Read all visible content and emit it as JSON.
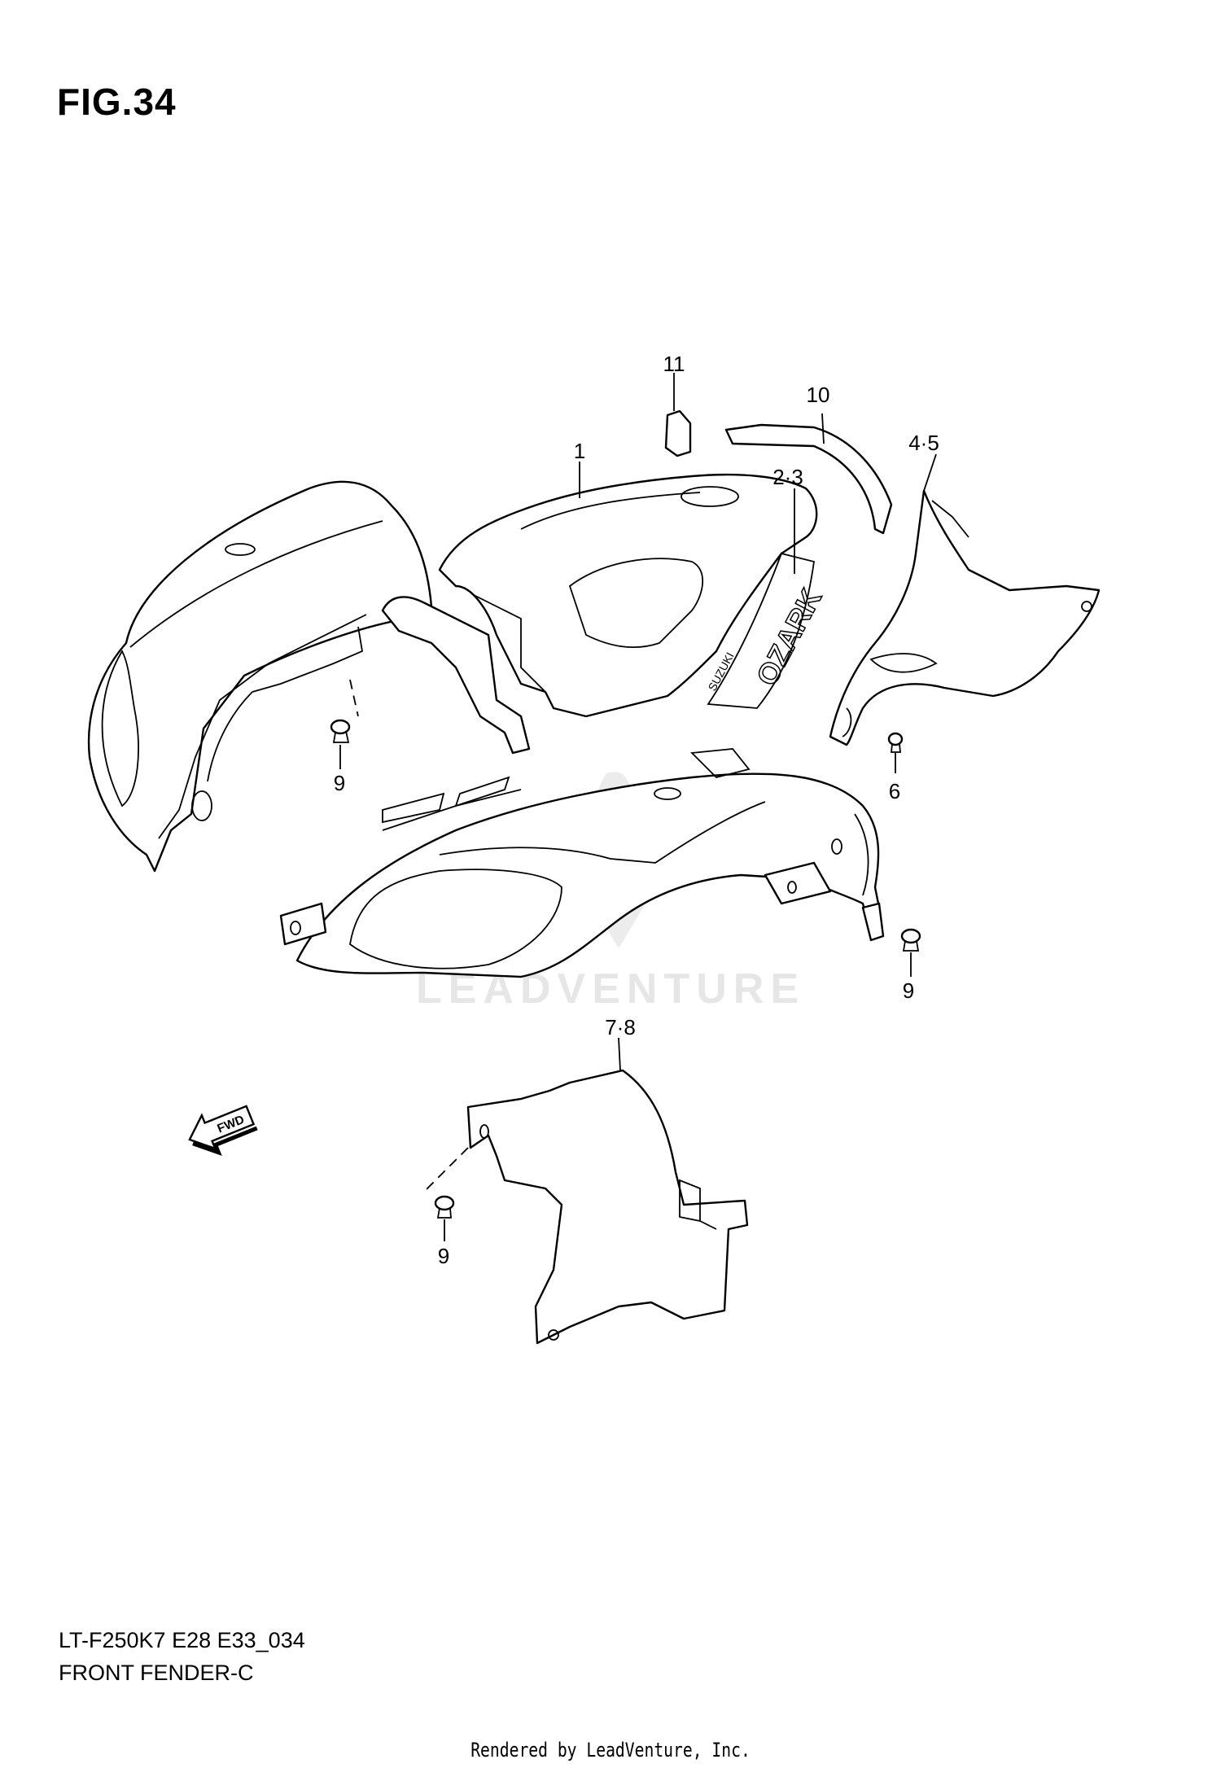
{
  "figure": {
    "title": "FIG.34"
  },
  "footer": {
    "model_code": "LT-F250K7 E28 E33_034",
    "section_name": "FRONT FENDER-C",
    "credit": "Rendered by LeadVenture, Inc."
  },
  "watermark": {
    "text": "LEADVENTURE"
  },
  "decal": {
    "brand": "SUZUKI",
    "model": "OZARK"
  },
  "fwd_arrow": {
    "label": "FWD"
  },
  "callouts": {
    "c1": "1",
    "c2_3": "2·3",
    "c4_5": "4·5",
    "c6": "6",
    "c7_8": "7·8",
    "c9a": "9",
    "c9b": "9",
    "c9c": "9",
    "c10": "10",
    "c11": "11"
  }
}
